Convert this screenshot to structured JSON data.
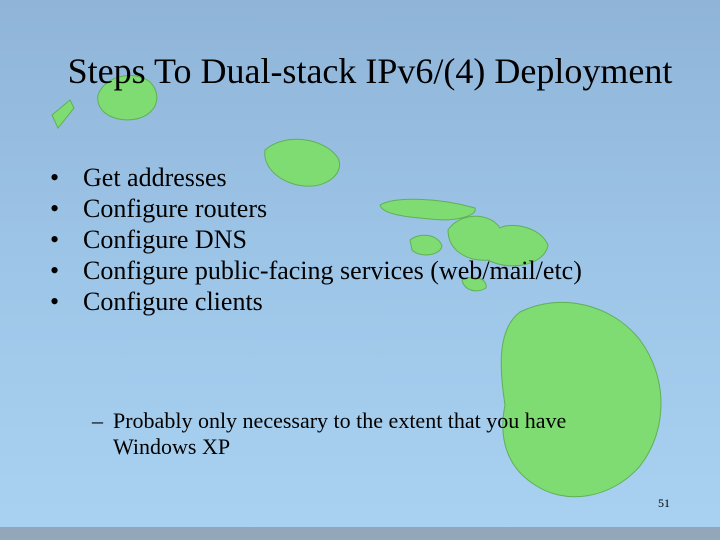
{
  "slide": {
    "title": "Steps To Dual-stack IPv6/(4) Deployment",
    "bullets": [
      "Get addresses",
      "Configure routers",
      "Configure DNS",
      "Configure public-facing services (web/mail/etc)",
      "Configure clients"
    ],
    "sub_bullet": "Probably only necessary to the extent that you have Windows XP",
    "bullet_glyph": "•",
    "dash_glyph": "–",
    "page_number": "51"
  },
  "colors": {
    "background_top": "#8fb4d8",
    "background_bottom": "#a9d2f2",
    "island_green": "#7fdc72",
    "bottom_bar": "#92a7ba"
  }
}
